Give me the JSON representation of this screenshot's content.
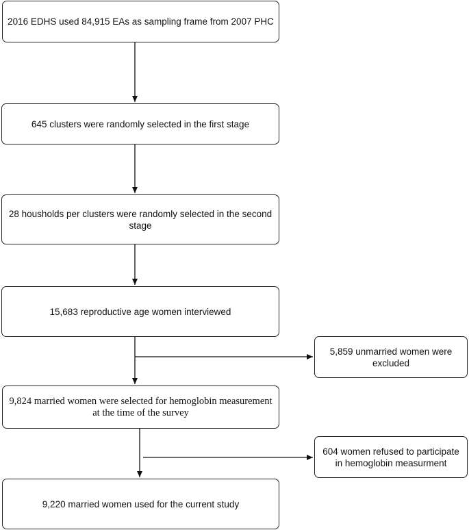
{
  "flowchart": {
    "main_steps": [
      "2016 EDHS used 84,915 EAs as sampling frame from 2007 PHC",
      "645 clusters were randomly selected in the first stage",
      "28 housholds per clusters were randomly selected in the second stage",
      "15,683 reproductive age women interviewed",
      "9,824 married women were selected for hemoglobin measurement at the time of the survey",
      "9,220 married women used for the current study"
    ],
    "exclusions": [
      "5,859 unmarried women were excluded",
      "604 women refused to participate in hemoglobin measurment"
    ]
  }
}
